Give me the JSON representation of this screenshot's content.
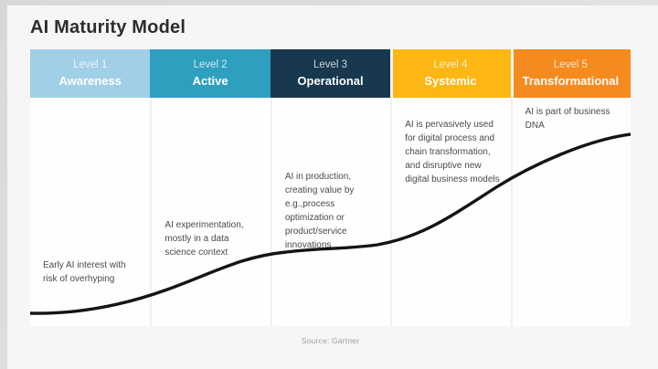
{
  "title": "AI Maturity Model",
  "source": "Source: Gartner",
  "curve": {
    "type": "s-curve",
    "color": "#141414",
    "description": "maturity curve rising from bottom-left (Level 1) to top-right (Level 5) with a plateau at Level 3"
  },
  "levels": [
    {
      "level": "Level 1",
      "name": "Awareness",
      "color": "#a2cfe8",
      "description": "Early AI interest with risk of overhyping"
    },
    {
      "level": "Level 2",
      "name": "Active",
      "color": "#2f9fc0",
      "description": "AI experimentation, mostly in a data science context"
    },
    {
      "level": "Level 3",
      "name": "Operational",
      "color": "#17384f",
      "description": "AI in production, creating value by e.g.,process optimization or product/service innovations"
    },
    {
      "level": "Level 4",
      "name": "Systemic",
      "color": "#fdb714",
      "description": "AI is pervasively used for digital process and chain transformation, and disruptive new digital business models"
    },
    {
      "level": "Level 5",
      "name": "Transformational",
      "color": "#f58a1f",
      "description": "AI is part of business DNA"
    }
  ]
}
